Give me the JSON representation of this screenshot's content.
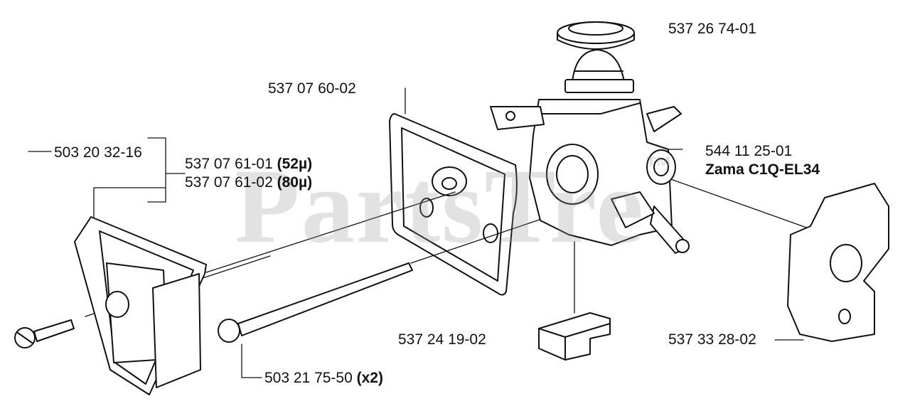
{
  "watermark": {
    "text": "PartsTre",
    "mark": "™"
  },
  "labels": {
    "seal_ring": "537 26 74-01",
    "gasket": "537 07 60-02",
    "bracket_part": "503 20 32-16",
    "filter_a_num": "537 07 61-01",
    "filter_a_size": "(52µ)",
    "filter_b_num": "537 07 61-02",
    "filter_b_size": "(80µ)",
    "carburetor_num": "544 11 25-01",
    "carburetor_model": "Zama C1Q-EL34",
    "block": "537 24 19-02",
    "heat_shield": "537 33 28-02",
    "long_screw_num": "503 21 75-50",
    "long_screw_qty": "(x2)"
  }
}
